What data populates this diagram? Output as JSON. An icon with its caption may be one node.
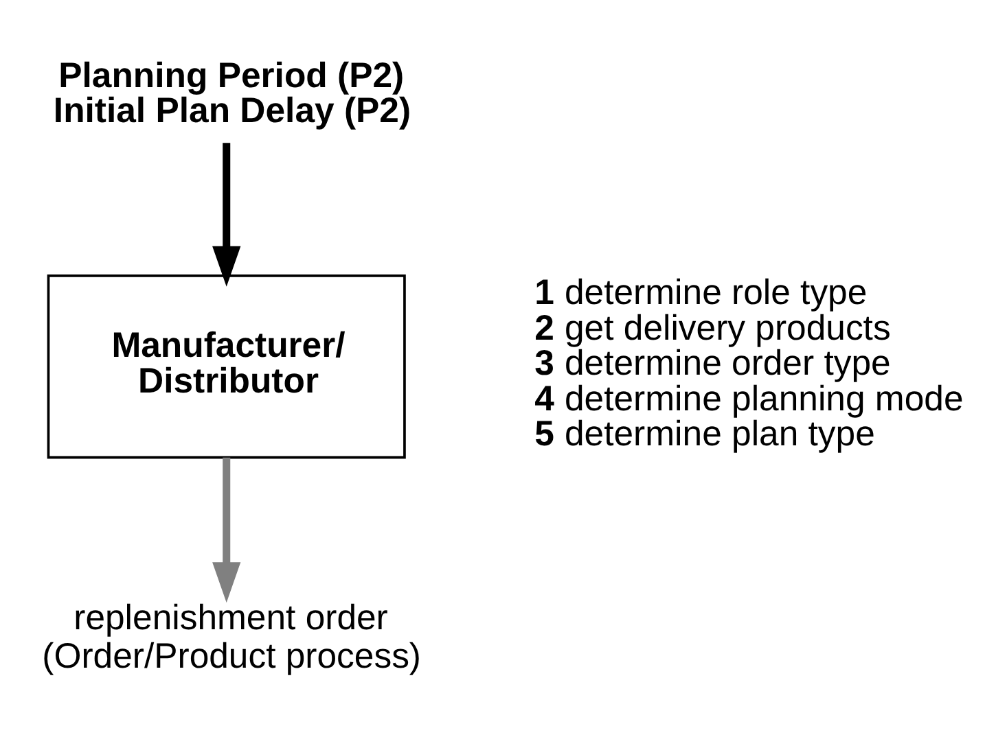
{
  "diagram": {
    "nodes": [
      {
        "text": [
          "Planning Period (P2)",
          "Initial Plan Delay (P2)"
        ]
      },
      {
        "text": [
          "Manufacturer/ Distributor"
        ]
      },
      {
        "text": [
          "replenishment order (Order/Product process)"
        ]
      }
    ],
    "edges": [
      {
        "from": 0,
        "to": 1,
        "arrow": "to"
      },
      {
        "from": 1,
        "to": 2,
        "arrow": "to",
        "color": "#808080"
      }
    ],
    "labels": [
      "**1** determine role type",
      "**2** get delivery products",
      "**3** determine order type",
      "**4** determine planning mode",
      "**5** determine plan type"
    ]
  }
}
